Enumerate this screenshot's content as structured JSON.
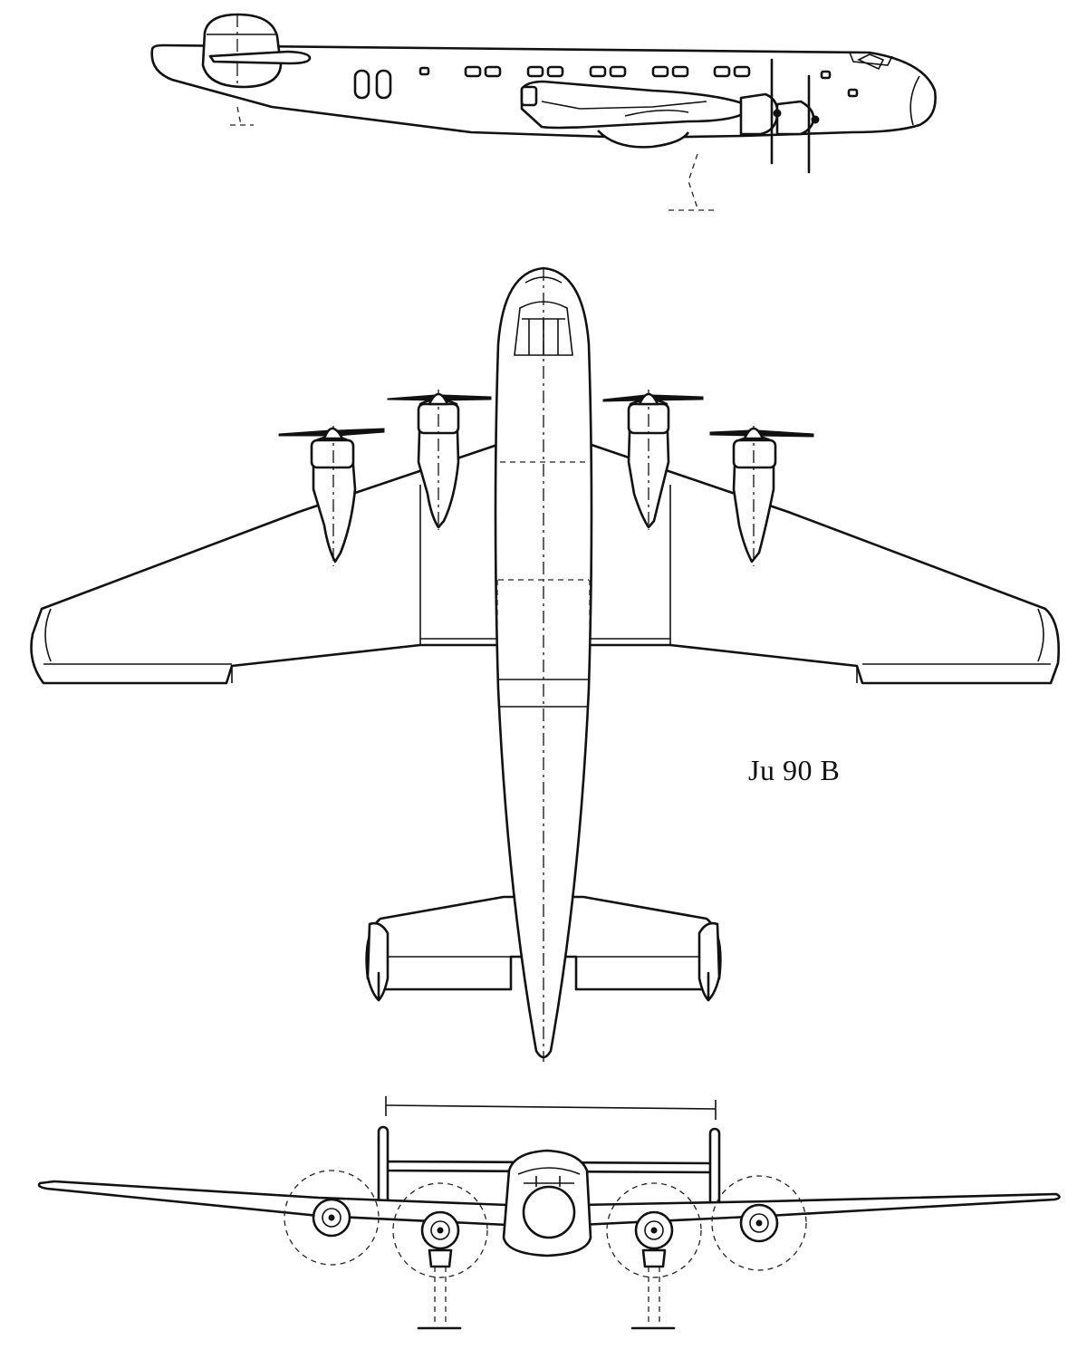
{
  "caption": "Ju 90 B",
  "views": {
    "side": "side-view",
    "top": "top-view",
    "front": "front-view"
  }
}
